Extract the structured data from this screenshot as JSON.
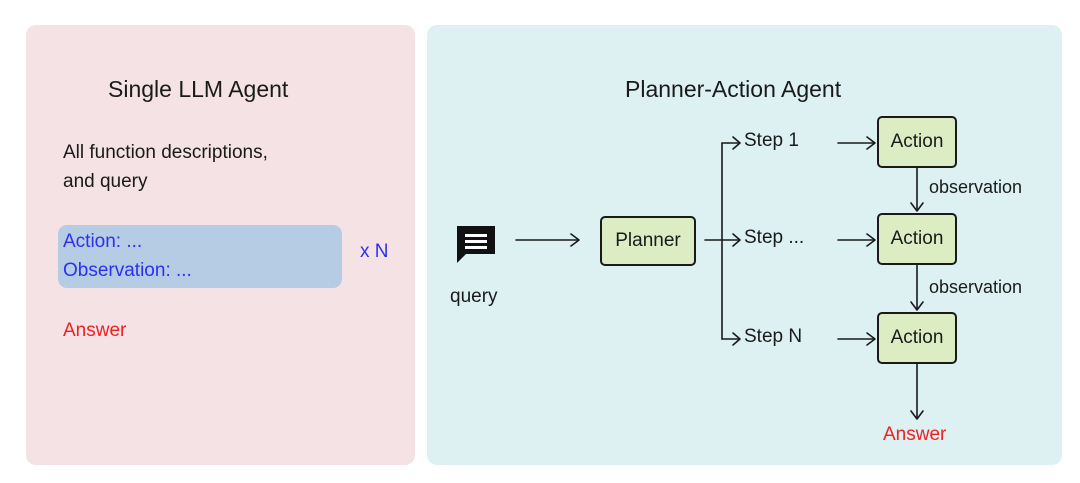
{
  "left": {
    "title": "Single LLM Agent",
    "description_line1": "All function descriptions,",
    "description_line2": "and query",
    "loop_action": "Action: ...",
    "loop_observation": "Observation: ...",
    "repeat": "x N",
    "answer": "Answer"
  },
  "right": {
    "title": "Planner-Action Agent",
    "query_label": "query",
    "planner": "Planner",
    "steps": [
      "Step 1",
      "Step ...",
      "Step N"
    ],
    "actions": [
      "Action",
      "Action",
      "Action"
    ],
    "observations": [
      "observation",
      "observation"
    ],
    "answer": "Answer"
  },
  "colors": {
    "left_bg": "#f4e2e5",
    "right_bg": "#ddf0f2",
    "loop_box": "#b6cbe4",
    "node_fill": "#dcedc4",
    "blue_text": "#2a32f0",
    "red_text": "#ee2222"
  },
  "icons": {
    "query": "chat-message-icon"
  }
}
